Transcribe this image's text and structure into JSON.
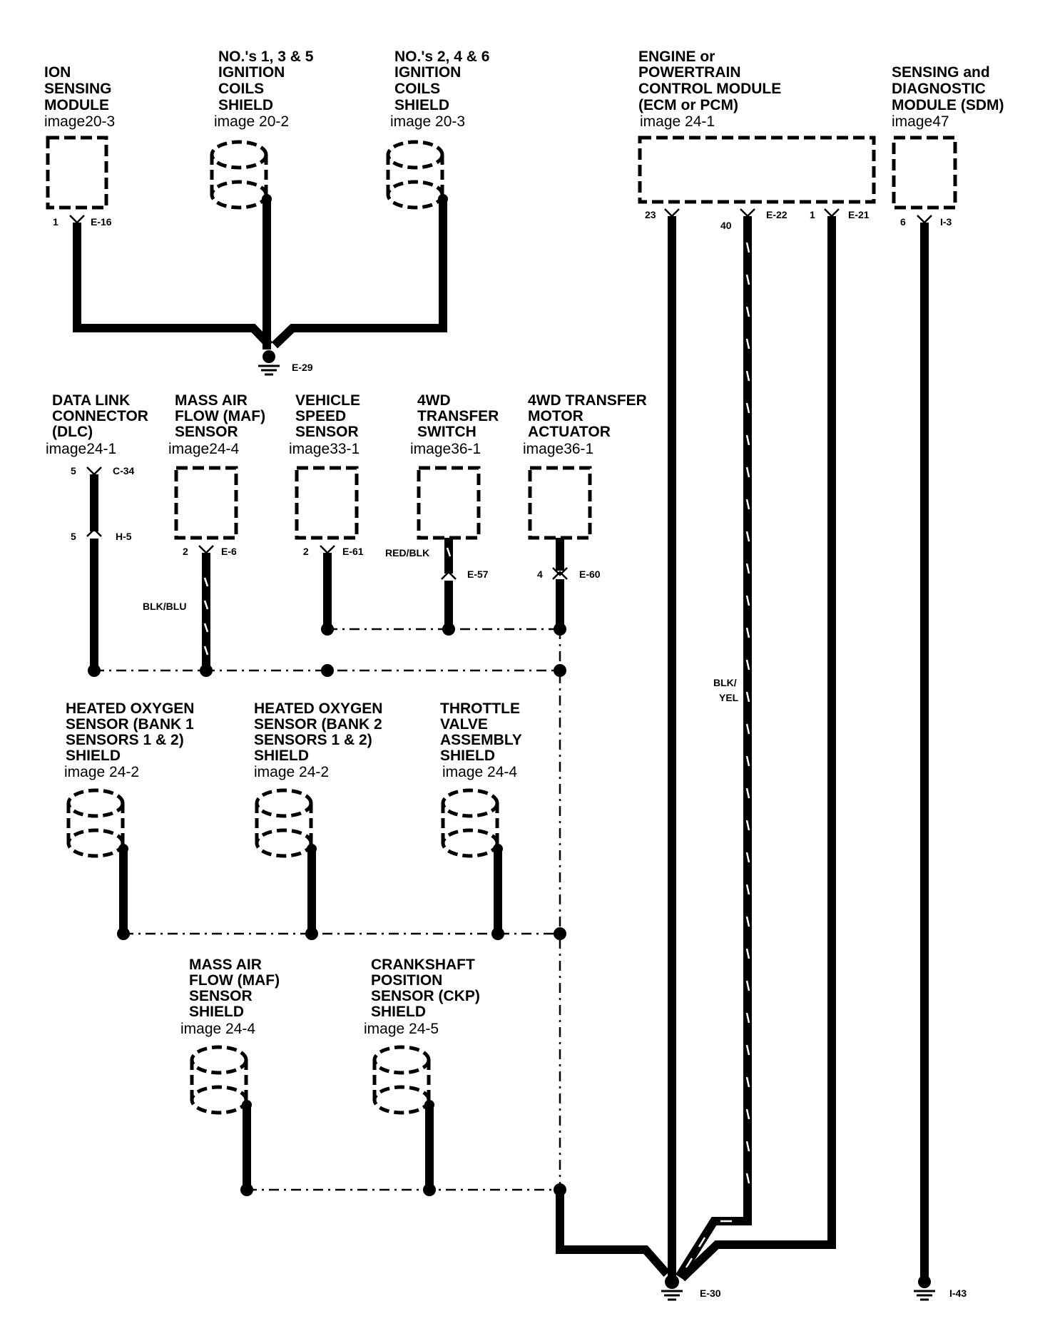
{
  "components": {
    "ion_sensing_module": {
      "title": [
        "ION",
        "SENSING",
        "MODULE"
      ],
      "ref": "image20-3",
      "pin": "1",
      "connector": "E-16"
    },
    "coils_135": {
      "title": [
        "NO.'s 1, 3 & 5",
        "IGNITION",
        "COILS",
        "SHIELD"
      ],
      "ref": "image 20-2"
    },
    "coils_246": {
      "title": [
        "NO.'s 2, 4 & 6",
        "IGNITION",
        "COILS",
        "SHIELD"
      ],
      "ref": "image 20-3"
    },
    "ecm": {
      "title": [
        "ENGINE or",
        "POWERTRAIN",
        "CONTROL MODULE",
        "(ECM or PCM)"
      ],
      "ref": "image 24-1",
      "pin_a": "23",
      "pin_b": "40",
      "conn_b": "E-22",
      "pin_c": "1",
      "conn_c": "E-21"
    },
    "sdm": {
      "title": [
        "SENSING and",
        "DIAGNOSTIC",
        "MODULE (SDM)"
      ],
      "ref": "image47",
      "pin": "6",
      "connector": "I-3"
    },
    "dlc": {
      "title": [
        "DATA LINK",
        "CONNECTOR",
        "(DLC)"
      ],
      "ref": "image24-1",
      "pin": "5",
      "connector": "C-34",
      "pin2": "5",
      "connector2": "H-5"
    },
    "maf": {
      "title": [
        "MASS AIR",
        "FLOW (MAF)",
        "SENSOR"
      ],
      "ref": "image24-4",
      "pin": "2",
      "connector": "E-6",
      "wire_color": "BLK/BLU"
    },
    "vss": {
      "title": [
        "VEHICLE",
        "SPEED",
        "SENSOR"
      ],
      "ref": "image33-1",
      "pin": "2",
      "connector": "E-61"
    },
    "transfer_switch": {
      "title": [
        "4WD",
        "TRANSFER",
        "SWITCH"
      ],
      "ref": "image36-1",
      "connector": "E-57",
      "wire_color": "RED/BLK"
    },
    "transfer_actuator": {
      "title": [
        "4WD TRANSFER",
        "MOTOR",
        "ACTUATOR"
      ],
      "ref": "image36-1",
      "pin": "4",
      "connector": "E-60"
    },
    "ho2s_bank1": {
      "title": [
        "HEATED OXYGEN",
        "SENSOR (BANK 1",
        "SENSORS 1 & 2)",
        "SHIELD"
      ],
      "ref": "image 24-2"
    },
    "ho2s_bank2": {
      "title": [
        "HEATED OXYGEN",
        "SENSOR (BANK 2",
        "SENSORS 1 & 2)",
        "SHIELD"
      ],
      "ref": "image 24-2"
    },
    "throttle": {
      "title": [
        "THROTTLE",
        "VALVE",
        "ASSEMBLY",
        "SHIELD"
      ],
      "ref": "image 24-4"
    },
    "maf_shield": {
      "title": [
        "MASS AIR",
        "FLOW (MAF)",
        "SENSOR",
        "SHIELD"
      ],
      "ref": "image 24-4"
    },
    "ckp_shield": {
      "title": [
        "CRANKSHAFT",
        "POSITION",
        "SENSOR (CKP)",
        "SHIELD"
      ],
      "ref": "image 24-5"
    }
  },
  "grounds": {
    "g1": "E-29",
    "g2": "E-30",
    "g3": "I-43"
  },
  "wire_labels": {
    "ecm_wire": [
      "BLK/",
      "YEL"
    ]
  },
  "colors": {
    "line": "#000000",
    "background": "#ffffff"
  }
}
